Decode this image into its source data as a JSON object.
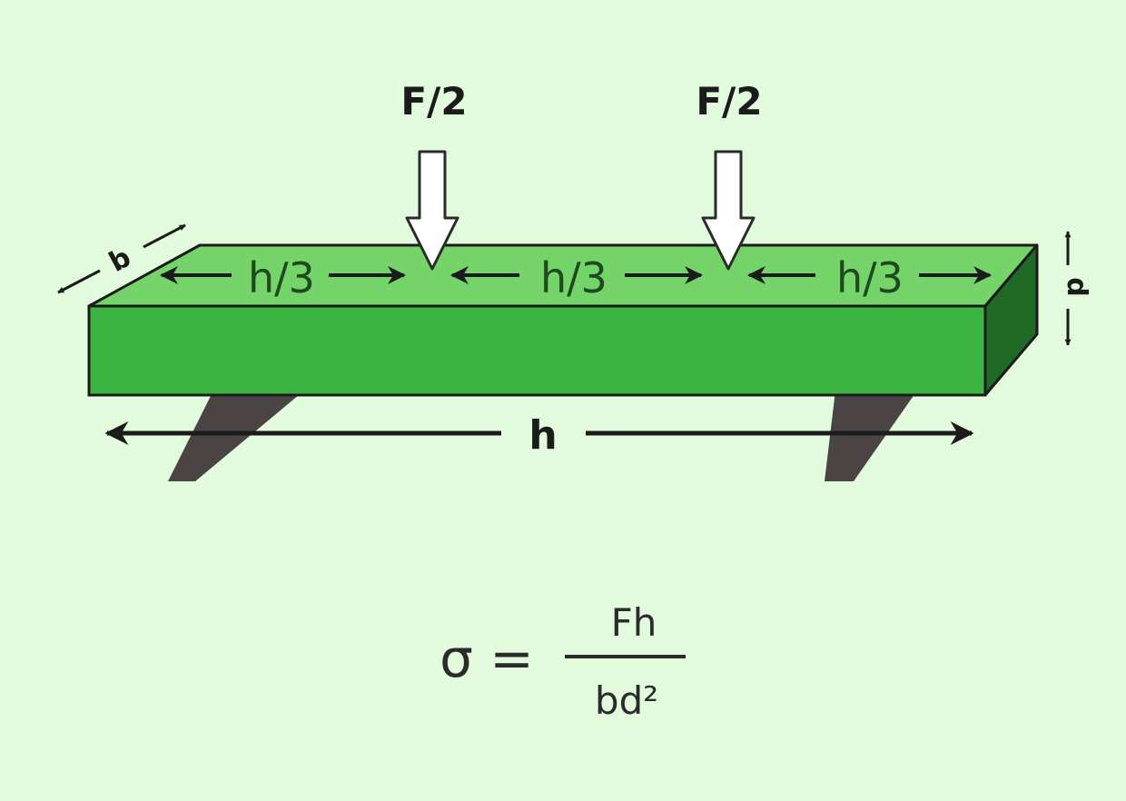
{
  "diagram": {
    "load_label": "F/2",
    "segment_label": "h/3",
    "span_label": "h",
    "width_label": "b",
    "depth_label": "d"
  },
  "formula": {
    "lhs": "σ =",
    "numerator": "Fh",
    "denominator": "bd²"
  },
  "colors": {
    "background": "#e2fbdc",
    "beam_front": "#3db543",
    "beam_top": "#74d46a",
    "beam_side": "#1f6a24",
    "support": "#4b4444",
    "outline": "#1b1b1b"
  }
}
